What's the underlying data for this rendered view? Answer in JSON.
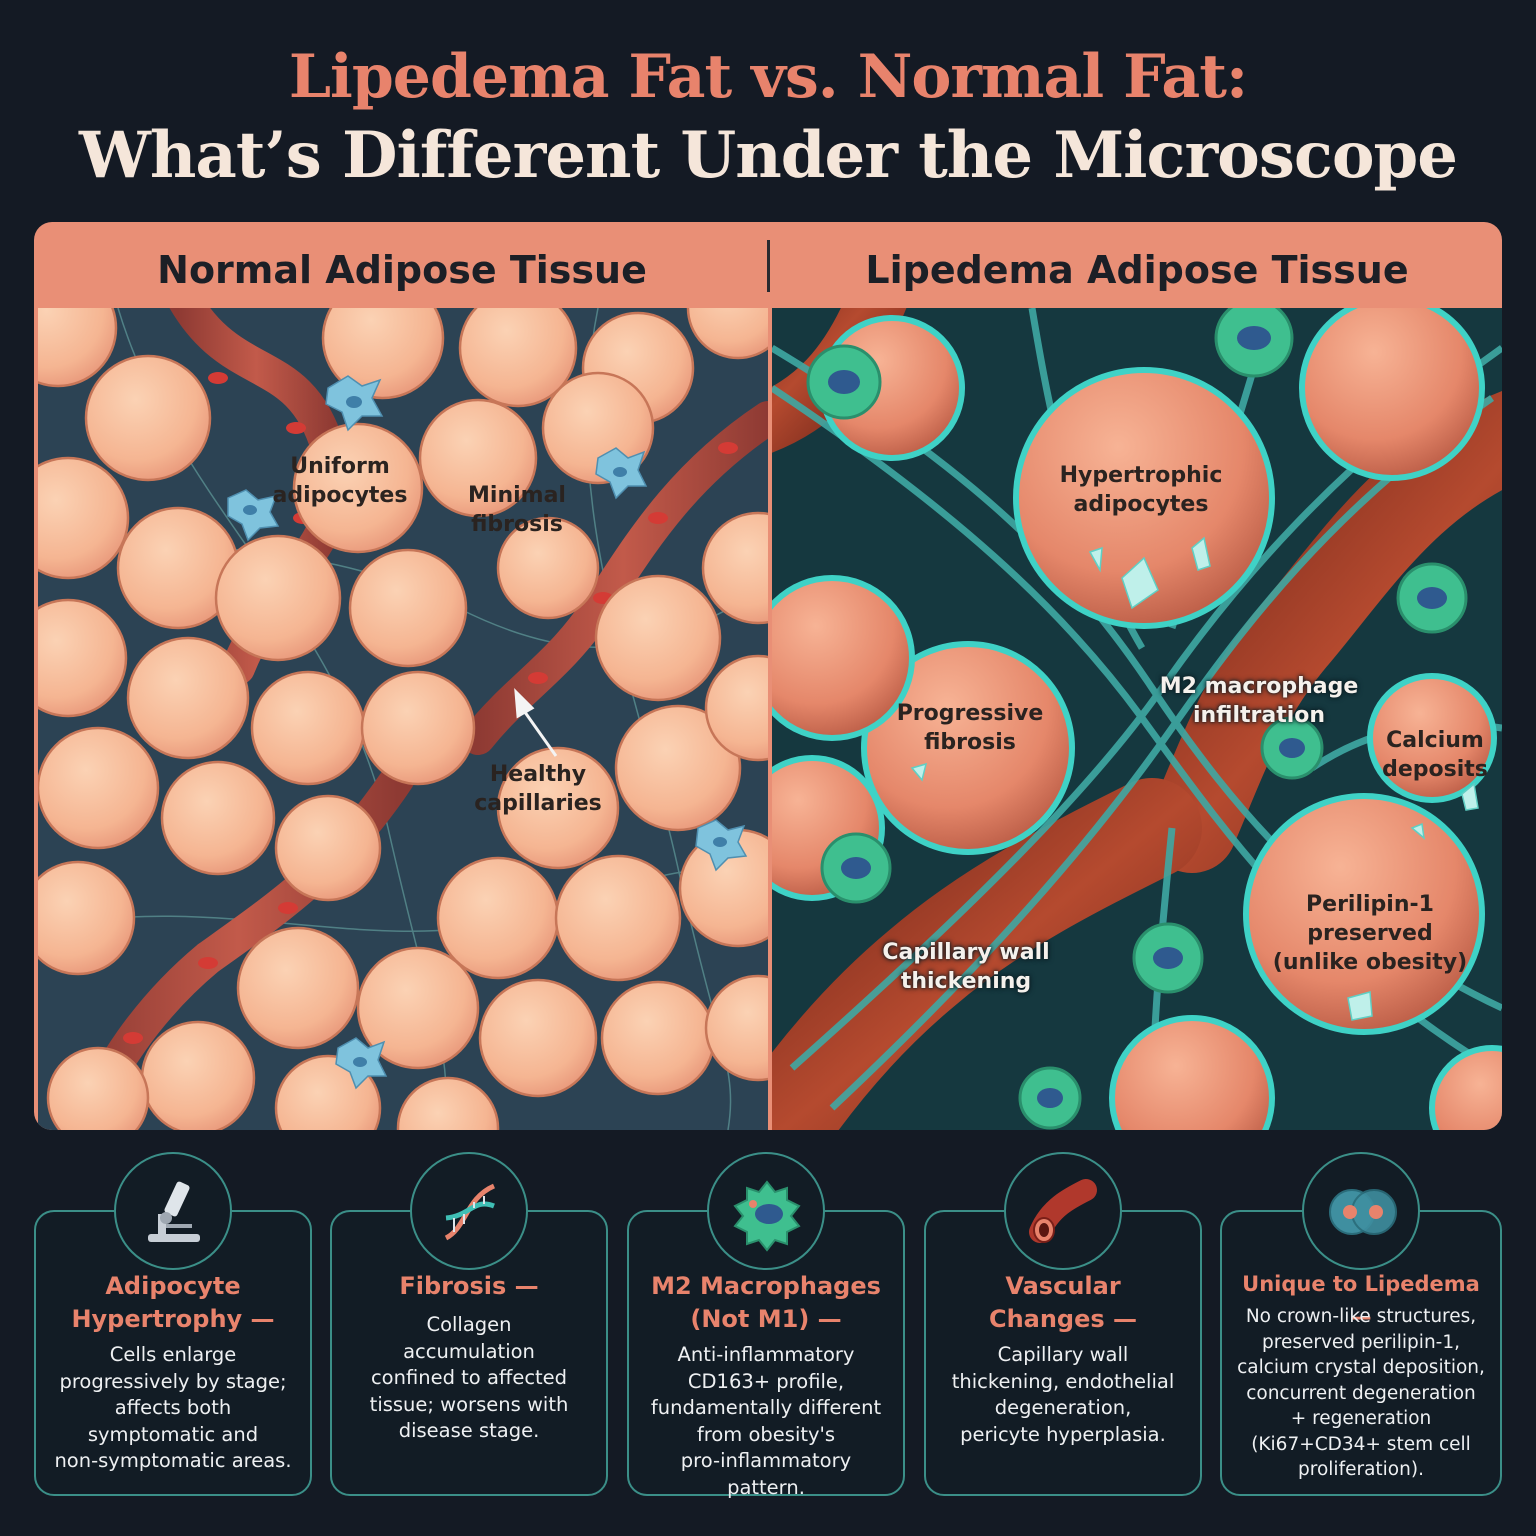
{
  "title": {
    "line1": "Lipedema Fat vs. Normal Fat:",
    "line2": "What’s Different Under the Microscope"
  },
  "panels": {
    "left": {
      "heading": "Normal Adipose Tissue",
      "labels": {
        "uniform": [
          "Uniform",
          "adipocytes"
        ],
        "fibrosis": [
          "Minimal",
          "fibrosis"
        ],
        "capillaries": [
          "Healthy",
          "capillaries"
        ]
      }
    },
    "right": {
      "heading": "Lipedema Adipose Tissue",
      "labels": {
        "hypertrophic": [
          "Hypertrophic",
          "adipocytes"
        ],
        "progressive": [
          "Progressive",
          "fibrosis"
        ],
        "m2": [
          "M2 macrophage",
          "infiltration"
        ],
        "calcium": [
          "Calcium",
          "deposits"
        ],
        "perilipin": [
          "Perilipin-1",
          "preserved",
          "(unlike obesity)"
        ],
        "capillary_wall": [
          "Capillary wall",
          "thickening"
        ]
      }
    }
  },
  "cards": [
    {
      "icon": "microscope-icon",
      "title": [
        "Adipocyte",
        "Hypertrophy —"
      ],
      "body": [
        "Cells enlarge",
        "progressively by stage;",
        "affects both",
        "symptomatic and",
        "non-symptomatic areas."
      ]
    },
    {
      "icon": "dna-icon",
      "title": [
        "Fibrosis —"
      ],
      "body": [
        "Collagen",
        "accumulation",
        "confined to affected",
        "tissue; worsens with",
        "disease stage."
      ]
    },
    {
      "icon": "macrophage-icon",
      "title": [
        "M2 Macrophages",
        "(Not M1) —"
      ],
      "body": [
        "Anti-inflammatory",
        "CD163+ profile,",
        "fundamentally different",
        "from obesity's",
        "pro-inflammatory pattern."
      ]
    },
    {
      "icon": "blood-vessel-icon",
      "title": [
        "Vascular",
        "Changes —"
      ],
      "body": [
        "Capillary wall",
        "thickening, endothelial",
        "degeneration,",
        "pericyte hyperplasia."
      ]
    },
    {
      "icon": "dividing-cell-icon",
      "title": [
        "Unique to Lipedema —"
      ],
      "body": [
        "No crown-like structures,",
        "preserved perilipin-1,",
        "calcium crystal deposition,",
        "concurrent degeneration",
        "+ regeneration",
        "(Ki67+CD34+ stem cell",
        "proliferation)."
      ]
    }
  ],
  "colors": {
    "accent": "#e8836c",
    "teal": "#3b8f88",
    "background": "#141a24",
    "fat_cell": "#f6b896",
    "macrophage": "#3fbf8f"
  }
}
